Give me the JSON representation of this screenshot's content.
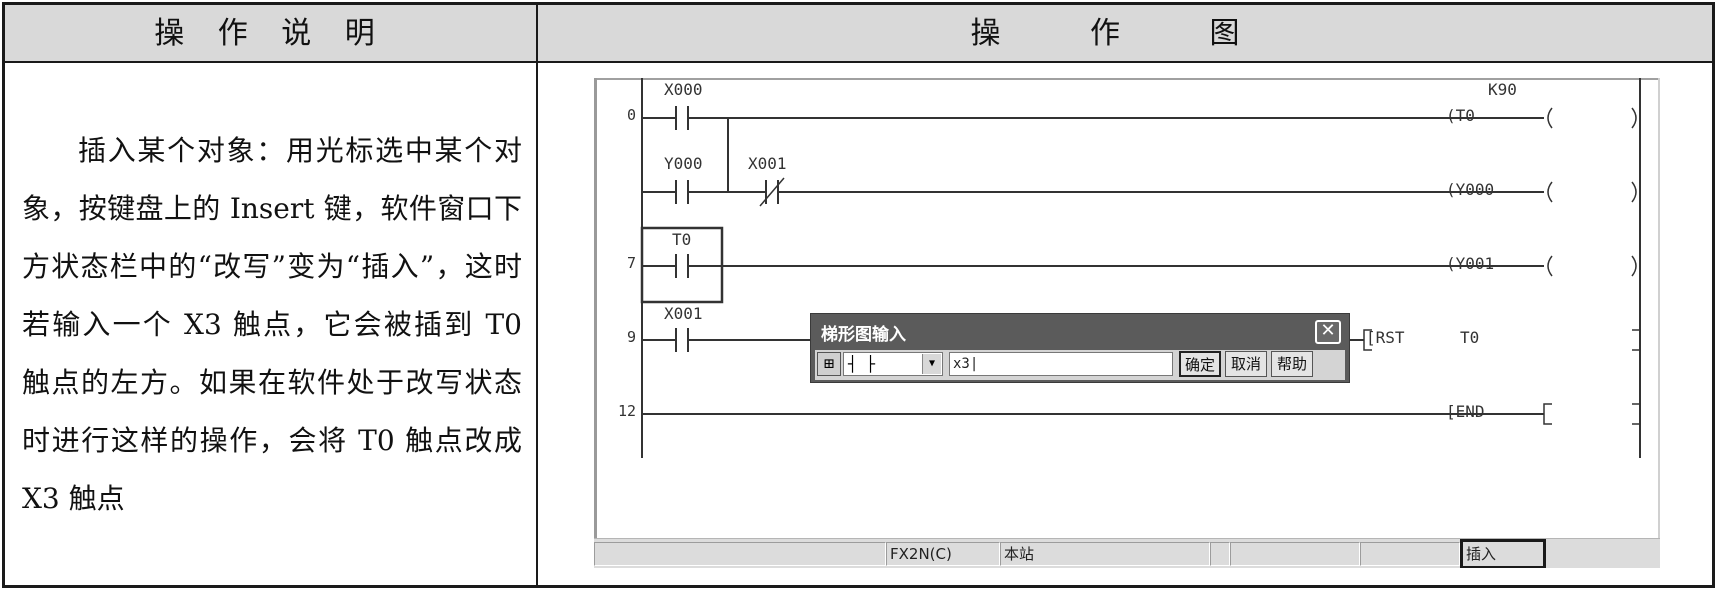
{
  "table": {
    "header_left": "操 作 说 明",
    "header_right": "操 作 图",
    "description": "插入某个对象：用光标选中某个对象，按键盘上的 Insert 键，软件窗口下方状态栏中的“改写”变为“插入”，这时若输入一个 X3 触点，它会被插到 T0 触点的左方。如果在软件处于改写状态时进行这样的操作，会将 T0 触点改成 X3 触点"
  },
  "ladder": {
    "steps": [
      "0",
      "7",
      "9",
      "12"
    ],
    "contacts": {
      "x000": "X000",
      "y000": "Y000",
      "x001_nc": "X001",
      "t0": "T0",
      "x001": "X001"
    },
    "coils": {
      "t0_coil": "(T0",
      "t0_preset": "K90",
      "y000_coil": "(Y000",
      "y001_coil": "(Y001",
      "rst_cmd": "[RST",
      "rst_target": "T0",
      "end_cmd": "[END"
    }
  },
  "dialog": {
    "title": "梯形图输入",
    "symbol_value": "┤ ├",
    "input_value": "x3|",
    "ok_label": "确定",
    "cancel_label": "取消",
    "help_label": "帮助",
    "close_glyph": "✕"
  },
  "statusbar": {
    "plc_type": "FX2N(C)",
    "station": "本站",
    "mode": "插入"
  }
}
